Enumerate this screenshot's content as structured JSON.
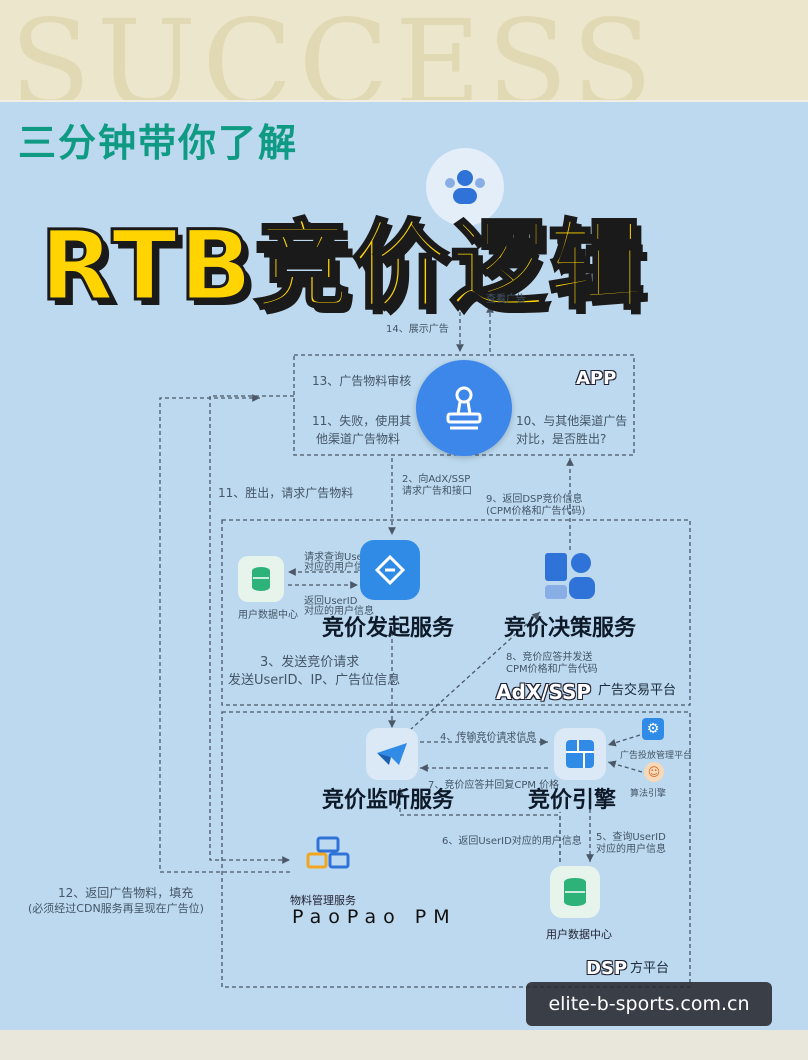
{
  "banner": {
    "word": "SUCCESS"
  },
  "header": {
    "subtitle": "三分钟带你了解",
    "title": "RTB竞价逻辑"
  },
  "top_user": {
    "label": "查看广告"
  },
  "flow": {
    "step14": "14、展示广告",
    "step13": "13、广告物料审核",
    "step11_fail": [
      "11、失败，使用其",
      "他渠道广告物料"
    ],
    "step10": [
      "10、与其他渠道广告",
      "对比，是否胜出?"
    ],
    "step2": [
      "2、向AdX/SSP",
      "请求广告和接口"
    ],
    "step9": [
      "9、返回DSP竞价信息",
      "(CPM价格和广告代码)"
    ],
    "step11_win": "11、胜出，请求广告物料",
    "query_user": [
      "请求查询UserID",
      "对应的用户信息"
    ],
    "return_user": [
      "返回UserID",
      "对应的用户信息"
    ],
    "step3": [
      "3、发送竞价请求",
      "发送UserID、IP、广告位信息"
    ],
    "step8": [
      "8、竞价应答并发送",
      "CPM价格和广告代码"
    ],
    "step4": "4、传输竞价请求信息",
    "step7": "7、竞价应答并回复CPM 价格",
    "step6": "6、返回UserID对应的用户信息",
    "step5": [
      "5、查询UserID",
      "对应的用户信息"
    ],
    "step12": [
      "12、返回广告物料，填充",
      "(必须经过CDN服务再呈现在广告位)"
    ],
    "mgmt_platform": "广告投放管理平台",
    "strategy_engine": "算法引擎"
  },
  "app": {
    "label": "APP"
  },
  "services": {
    "initiate": "竞价发起服务",
    "decision": "竞价决策服务",
    "listen": "竞价监听服务",
    "engine": "竞价引擎",
    "material": "物料管理服务",
    "user_center_adx": "用户数据中心",
    "user_center_dsp": "用户数据中心"
  },
  "platforms": {
    "adx": "AdX/SSP",
    "adx_suffix": "广告交易平台",
    "dsp": "DSP",
    "dsp_suffix": "方平台"
  },
  "author": "PaoPao PM",
  "watermark": "elite-b-sports.com.cn",
  "colors": {
    "bg": "#bcd9ef",
    "subtitle": "#0f9a84",
    "title": "#ffd400",
    "app_circle": "#3d87ea",
    "accent_blue": "#2f8be6"
  },
  "icons": [
    "user-group-icon",
    "stamp-icon",
    "database-icon",
    "tag-icon",
    "decision-icon",
    "listener-icon",
    "engine-icon",
    "gear-icon",
    "brain-icon",
    "boxes-icon"
  ]
}
